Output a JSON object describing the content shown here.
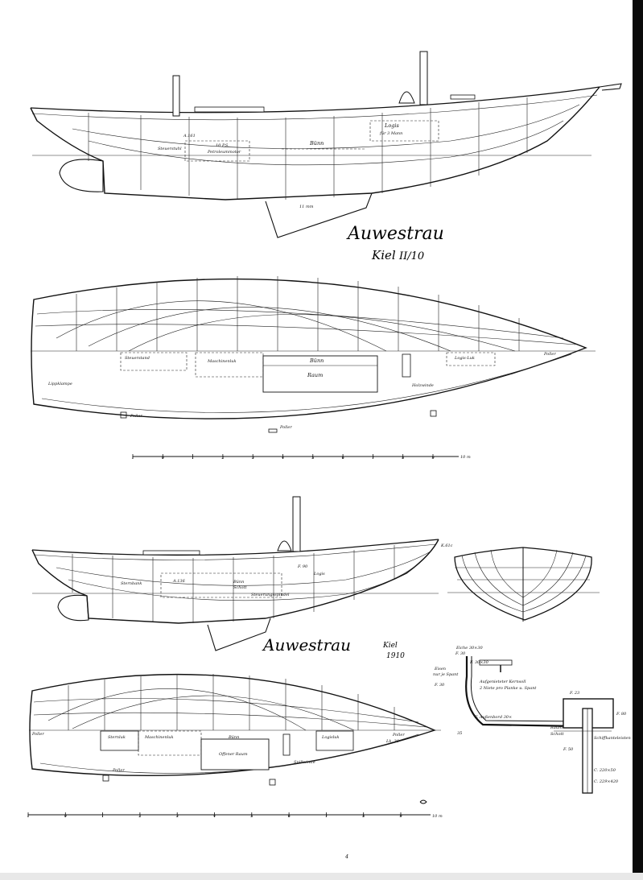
{
  "drawing_1": {
    "signature": "Auwestrau",
    "signature_sub": "Kiel",
    "signature_scale": "II/10",
    "profile_labels": {
      "logis": "Logis",
      "logis_sub": "für 3 Mann",
      "motor": "10 P.S.",
      "motor_sub": "Petroleummotor",
      "bunk": "Bünn",
      "stern_label": "Steuerstuhl",
      "mast_label": "A.161",
      "keel_label": "11 mm"
    },
    "plan_labels": {
      "steuerstand": "Steuerstand",
      "maschinenluk": "Maschinenluk",
      "bunn": "Bünn",
      "raum": "Raum",
      "logis_luk": "Logis-Luk",
      "holzwinde": "Holzwinde",
      "lippklampe": "Lippklampe",
      "poller": "Poller",
      "poller_mid": "Poller",
      "poller_bow": "Poller"
    },
    "scale_bar": {
      "ticks": [
        "1",
        "0",
        "1",
        "2",
        "3",
        "4",
        "5",
        "6",
        "7",
        "8",
        "9"
      ],
      "end": "10 m"
    }
  },
  "drawing_2": {
    "signature": "Auwestrau",
    "signature_sub": "Kiel",
    "signature_year": "1910",
    "profile_labels": {
      "logis": "Logis",
      "bunk": "Bünn",
      "bunk_sub": "Schott",
      "steering": "Steuerungsspindel",
      "sternbank": "Sternbank",
      "mast_label": "A.136",
      "f_label": "F. 90",
      "bow_label": "K.61c"
    },
    "plan_labels": {
      "sternluk": "Sternluk",
      "maschinenluk": "Maschinenluk",
      "bunn": "Bünn",
      "logisluk": "Logisluk",
      "offener_raum": "Offener Raum",
      "spillwinde": "Spillwinde",
      "poller": "Poller",
      "poller_aft": "Poller",
      "poller_bow": "Poller",
      "bow_note": "Lk. 30"
    },
    "scale_bar": {
      "ticks": [
        "1",
        "0",
        "1",
        "2",
        "3",
        "4",
        "5",
        "6",
        "7",
        "8",
        "9"
      ],
      "end": "10 m"
    }
  },
  "section_detail": {
    "top_label": "Eiche 30×30",
    "s30": "F. 30",
    "s30b": "F. 30×30",
    "side_label": "Eisen",
    "side_sub": "nur je Spant",
    "f31": "F. 30",
    "note": "Aufgenieteter Kernsoll",
    "note_sub": "2 Niete pro Planke u. Spant",
    "f23": "F. 23",
    "f80": "F. 80",
    "bottom_label": "F. Außenbord 30×",
    "raum": "Raum-",
    "raum_sub": "Schott",
    "schiff": "Schiffkanteleisten",
    "f50": "F. 50",
    "c200": "C. 220×50",
    "c220": "C. 229×420",
    "n35": "35"
  },
  "footer_mark": "4"
}
